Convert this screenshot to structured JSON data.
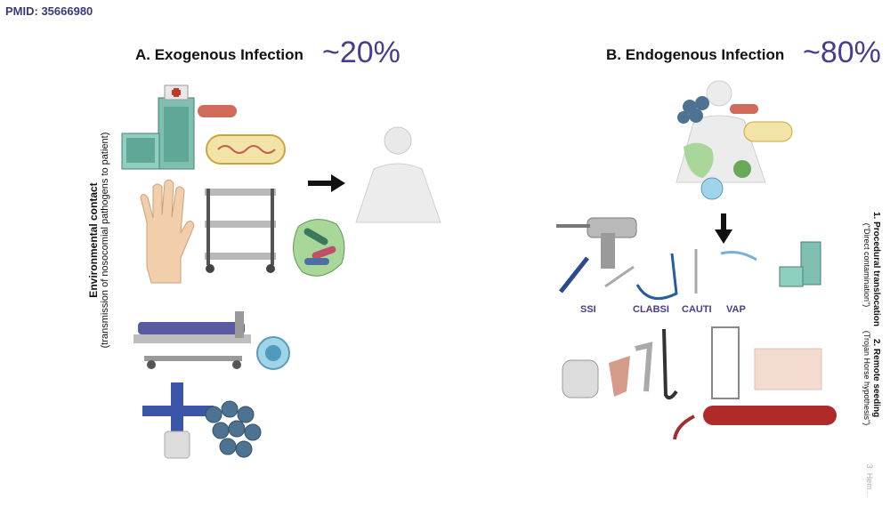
{
  "pmid": "PMID: 35666980",
  "panel_a": {
    "title": "A. Exogenous Infection",
    "percent": "~20%",
    "side_label_bold": "Environmental contact",
    "side_label": "(transmission of nosocomial pathogens to patient)"
  },
  "panel_b": {
    "title": "B. Endogenous Infection",
    "percent": "~80%",
    "route1_bold": "1. Procedural translocation",
    "route1": "(\"Direct contamination\")",
    "route2_bold": "2. Remote seeding",
    "route2": "(Trojan Horse hypothesis\")",
    "route3": "3. Hem...",
    "tags": [
      "SSI",
      "CLABSI",
      "CAUTI",
      "VAP"
    ]
  },
  "colors": {
    "accent": "#4a3c8c",
    "hospital": "#5aa89a",
    "bacteria_green": "#6fb05a",
    "cocci": "#4e7392",
    "blood": "#b02a2a"
  }
}
